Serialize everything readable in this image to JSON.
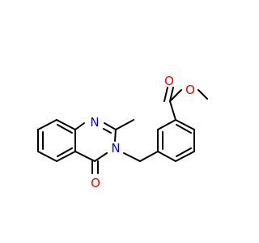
{
  "molecule": {
    "atoms": [
      {
        "id": "O_ester_carbonyl",
        "symbol": "O",
        "color": "#ff0000"
      },
      {
        "id": "O_ester_single",
        "symbol": "O",
        "color": "#ff0000"
      },
      {
        "id": "N1",
        "symbol": "N",
        "color": "#0000ff"
      },
      {
        "id": "N3",
        "symbol": "N",
        "color": "#0000ff"
      },
      {
        "id": "O_quinazolinone",
        "symbol": "O",
        "color": "#ff0000"
      }
    ],
    "bond_color": "#000000"
  }
}
